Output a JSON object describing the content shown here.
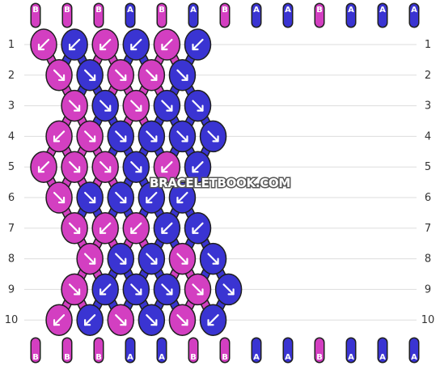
{
  "colors": {
    "A": "#3a34d2",
    "B": "#d33fc1",
    "outline": "#1f1f1f",
    "grid": "#dddddd"
  },
  "watermark": "BRACELETBOOK.COM",
  "strand_labels_top": [
    "B",
    "B",
    "B",
    "A",
    "B",
    "A",
    "B",
    "A",
    "A",
    "B",
    "A",
    "A",
    "A"
  ],
  "strand_labels_bottom": [
    "B",
    "B",
    "B",
    "A",
    "A",
    "B",
    "B",
    "A",
    "A",
    "B",
    "A",
    "A",
    "A"
  ],
  "row_labels": [
    "1",
    "2",
    "3",
    "4",
    "5",
    "6",
    "7",
    "8",
    "9",
    "10"
  ],
  "rows": [
    {
      "label": "1",
      "knots": [
        {
          "color": "B",
          "dir": "nw"
        },
        {
          "color": "A",
          "dir": "nw"
        },
        {
          "color": "B",
          "dir": "nw"
        },
        {
          "color": "A",
          "dir": "nw"
        },
        {
          "color": "B",
          "dir": "nw"
        },
        {
          "color": "A",
          "dir": "nw"
        }
      ]
    },
    {
      "label": "2",
      "knots": [
        {
          "color": "B",
          "dir": "se"
        },
        {
          "color": "A",
          "dir": "se"
        },
        {
          "color": "B",
          "dir": "se"
        },
        {
          "color": "B",
          "dir": "se"
        },
        {
          "color": "A",
          "dir": "se"
        }
      ]
    },
    {
      "label": "3",
      "knots": [
        {
          "color": "B",
          "dir": "se"
        },
        {
          "color": "A",
          "dir": "se"
        },
        {
          "color": "B",
          "dir": "se"
        },
        {
          "color": "A",
          "dir": "se"
        },
        {
          "color": "A",
          "dir": "se"
        }
      ]
    },
    {
      "label": "4",
      "knots": [
        {
          "color": "B",
          "dir": "nw"
        },
        {
          "color": "B",
          "dir": "se"
        },
        {
          "color": "A",
          "dir": "se"
        },
        {
          "color": "A",
          "dir": "se"
        },
        {
          "color": "A",
          "dir": "se"
        },
        {
          "color": "A",
          "dir": "se"
        }
      ]
    },
    {
      "label": "5",
      "knots": [
        {
          "color": "B",
          "dir": "nw"
        },
        {
          "color": "B",
          "dir": "se"
        },
        {
          "color": "B",
          "dir": "se"
        },
        {
          "color": "A",
          "dir": "se"
        },
        {
          "color": "B",
          "dir": "nw"
        },
        {
          "color": "A",
          "dir": "nw"
        }
      ]
    },
    {
      "label": "6",
      "knots": [
        {
          "color": "B",
          "dir": "se"
        },
        {
          "color": "A",
          "dir": "se"
        },
        {
          "color": "A",
          "dir": "se"
        },
        {
          "color": "A",
          "dir": "nw"
        },
        {
          "color": "A",
          "dir": "nw"
        }
      ]
    },
    {
      "label": "7",
      "knots": [
        {
          "color": "B",
          "dir": "se"
        },
        {
          "color": "B",
          "dir": "nw"
        },
        {
          "color": "B",
          "dir": "nw"
        },
        {
          "color": "A",
          "dir": "nw"
        },
        {
          "color": "A",
          "dir": "nw"
        }
      ]
    },
    {
      "label": "8",
      "knots": [
        {
          "color": "B",
          "dir": "se"
        },
        {
          "color": "A",
          "dir": "se"
        },
        {
          "color": "A",
          "dir": "se"
        },
        {
          "color": "B",
          "dir": "se"
        },
        {
          "color": "A",
          "dir": "se"
        }
      ]
    },
    {
      "label": "9",
      "knots": [
        {
          "color": "B",
          "dir": "se"
        },
        {
          "color": "A",
          "dir": "nw"
        },
        {
          "color": "A",
          "dir": "se"
        },
        {
          "color": "A",
          "dir": "se"
        },
        {
          "color": "B",
          "dir": "se"
        },
        {
          "color": "A",
          "dir": "se"
        }
      ]
    },
    {
      "label": "10",
      "knots": [
        {
          "color": "B",
          "dir": "nw"
        },
        {
          "color": "A",
          "dir": "nw"
        },
        {
          "color": "B",
          "dir": "se"
        },
        {
          "color": "A",
          "dir": "se"
        },
        {
          "color": "B",
          "dir": "se"
        },
        {
          "color": "A",
          "dir": "nw"
        }
      ]
    }
  ]
}
